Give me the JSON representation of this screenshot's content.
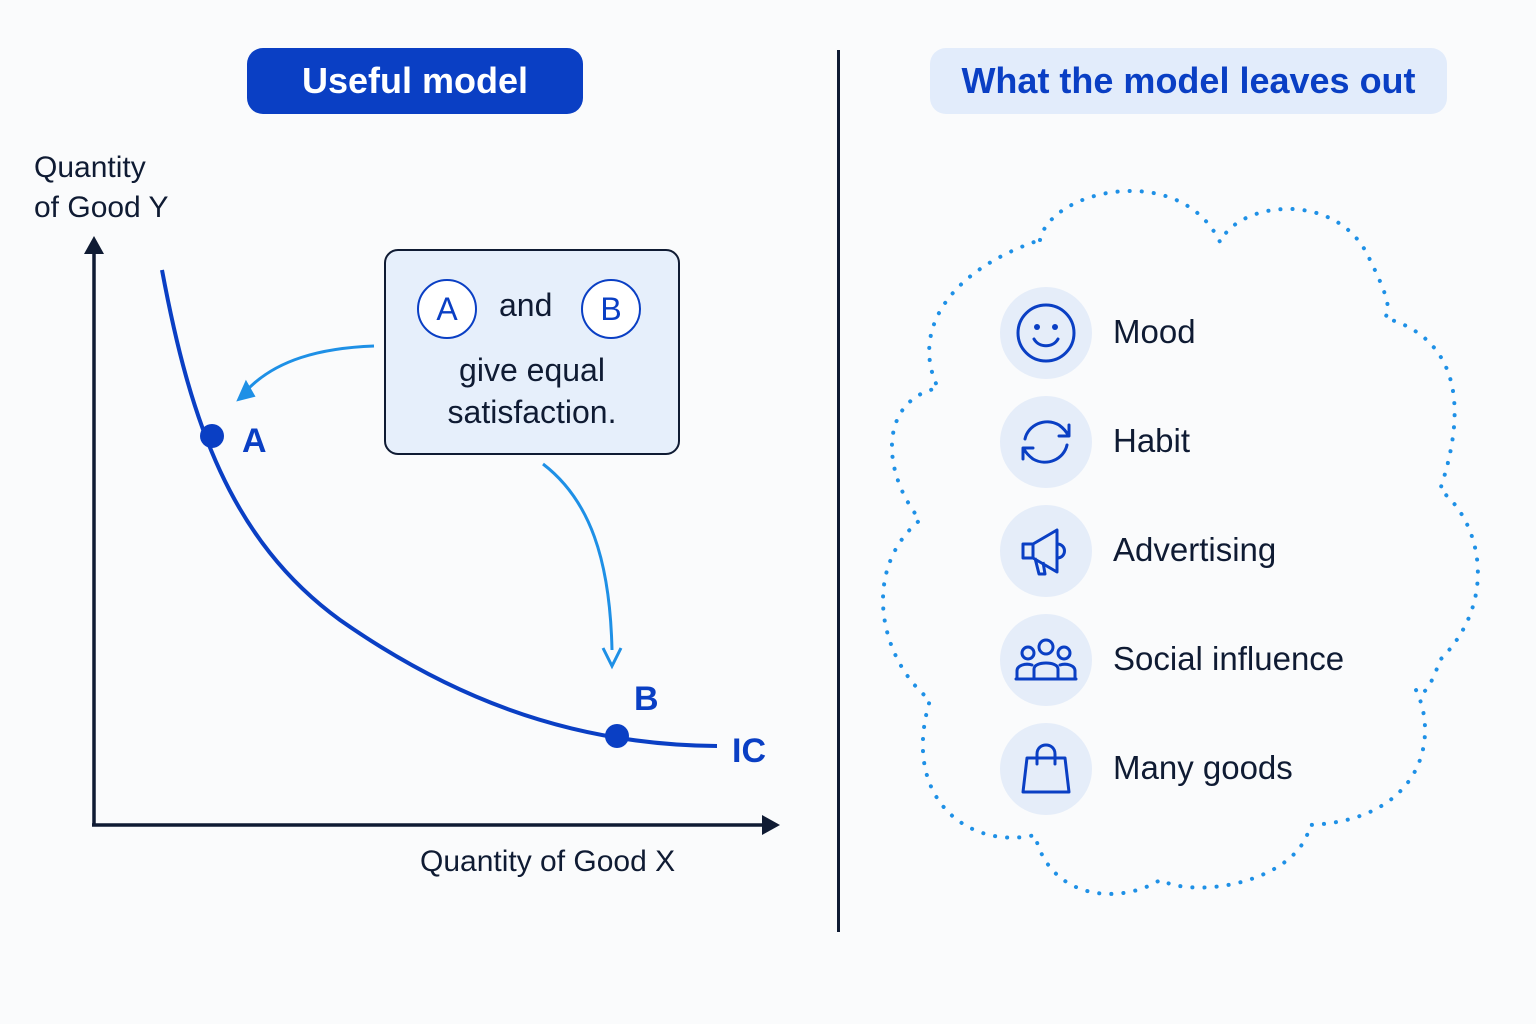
{
  "left_panel": {
    "title": "Useful model",
    "y_axis_label_line1": "Quantity",
    "y_axis_label_line2": "of Good Y",
    "x_axis_label": "Quantity of Good X",
    "point_a_label": "A",
    "point_b_label": "B",
    "curve_label": "IC",
    "callout": {
      "circle_a": "A",
      "and_text": "and",
      "circle_b": "B",
      "line1": "give equal",
      "line2": "satisfaction."
    }
  },
  "right_panel": {
    "title": "What the model leaves out",
    "items": [
      {
        "label": "Mood",
        "icon": "smiley-icon"
      },
      {
        "label": "Habit",
        "icon": "refresh-cycle-icon"
      },
      {
        "label": "Advertising",
        "icon": "megaphone-icon"
      },
      {
        "label": "Social influence",
        "icon": "people-group-icon"
      },
      {
        "label": "Many goods",
        "icon": "shopping-bag-icon"
      }
    ]
  },
  "colors": {
    "primary_blue": "#0a3fc4",
    "light_blue": "#1e90e6",
    "dark_navy": "#0f1b33",
    "pill_light": "#e2ecfb"
  }
}
